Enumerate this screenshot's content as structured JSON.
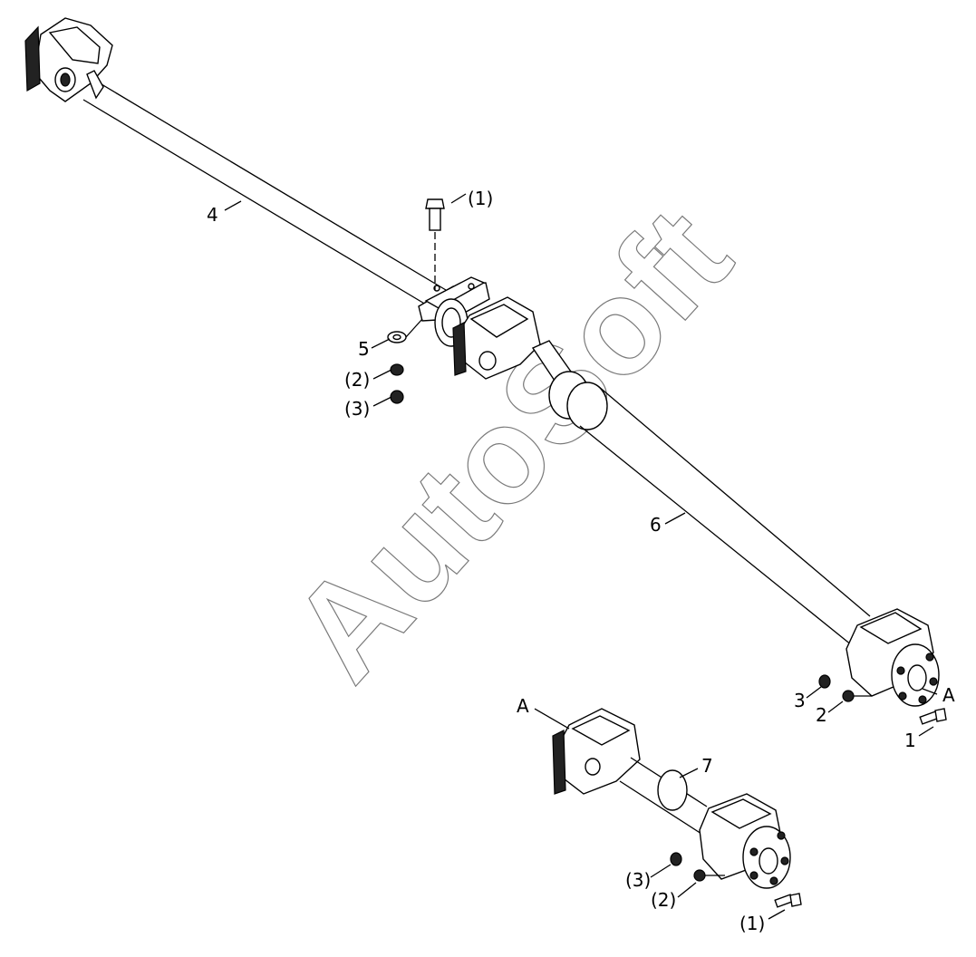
{
  "watermark": "AutoSoft",
  "callouts": {
    "c1": "(1)",
    "c4": "4",
    "c5": "5",
    "c2": "(2)",
    "c3": "(3)",
    "c6": "6",
    "c3b": "3",
    "c2b": "2",
    "cA1": "A",
    "c1b": "1",
    "cA2": "A",
    "c7": "7",
    "c3c": "(3)",
    "c2c": "(2)",
    "c1c": "(1)"
  },
  "colors": {
    "line": "#000000",
    "watermark": "#7a7a7a",
    "background": "#ffffff"
  }
}
